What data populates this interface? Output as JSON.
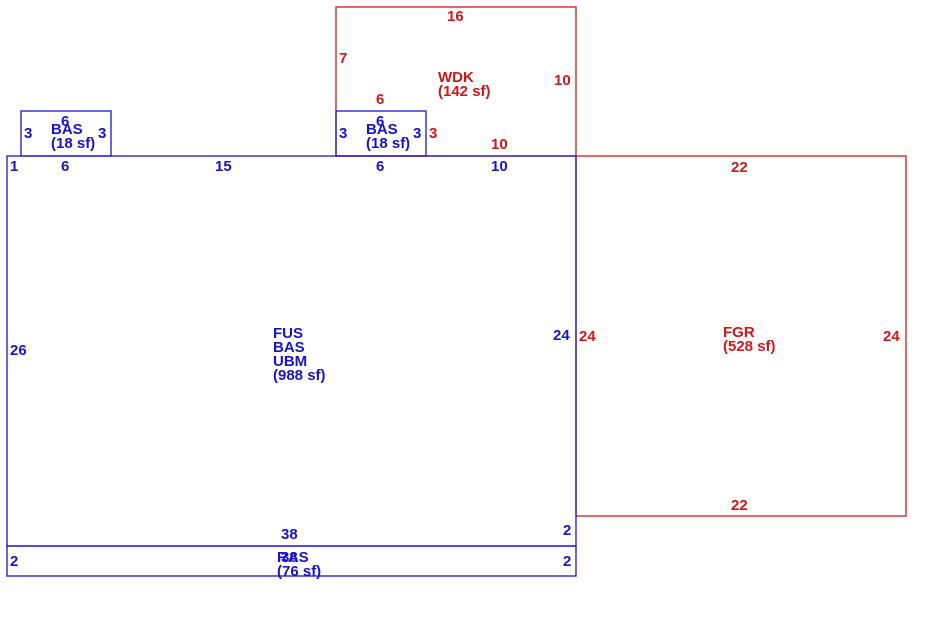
{
  "colors": {
    "living": "#1a14c8",
    "attached": "#d01818",
    "background": "#ffffff"
  },
  "areas": {
    "main": {
      "lines": [
        "FUS",
        "BAS",
        "UBM"
      ],
      "sf": "(988 sf)"
    },
    "bump_left": {
      "lines": [
        "BAS"
      ],
      "sf": "(18 sf)"
    },
    "bump_mid": {
      "lines": [
        "BAS"
      ],
      "sf": "(18 sf)"
    },
    "wdk": {
      "lines": [
        "WDK"
      ],
      "sf": "(142 sf)"
    },
    "fgr": {
      "lines": [
        "FGR"
      ],
      "sf": "(528 sf)"
    },
    "ras": {
      "lines": [
        "RAS"
      ],
      "sf": "(76 sf)"
    }
  },
  "dimensions": {
    "main_top_left_1": "1",
    "main_top_6a": "6",
    "main_top_15": "15",
    "main_top_6b": "6",
    "main_top_10": "10",
    "main_left_26": "26",
    "main_right_24": "24",
    "main_bottom_38": "38",
    "main_right_lower_2": "2",
    "bump_left_top_6": "6",
    "bump_left_left_3": "3",
    "bump_left_right_3": "3",
    "bump_mid_top_6": "6",
    "bump_mid_left_3": "3",
    "bump_mid_right_3": "3",
    "wdk_top_16": "16",
    "wdk_left_7": "7",
    "wdk_right_10": "10",
    "wdk_inner_6": "6",
    "wdk_inner_3": "3",
    "wdk_bottom_10": "10",
    "fgr_top_22": "22",
    "fgr_left_24": "24",
    "fgr_right_24": "24",
    "fgr_bottom_22": "22",
    "ras_left_2": "2",
    "ras_right_2": "2",
    "ras_label_38": "38"
  }
}
